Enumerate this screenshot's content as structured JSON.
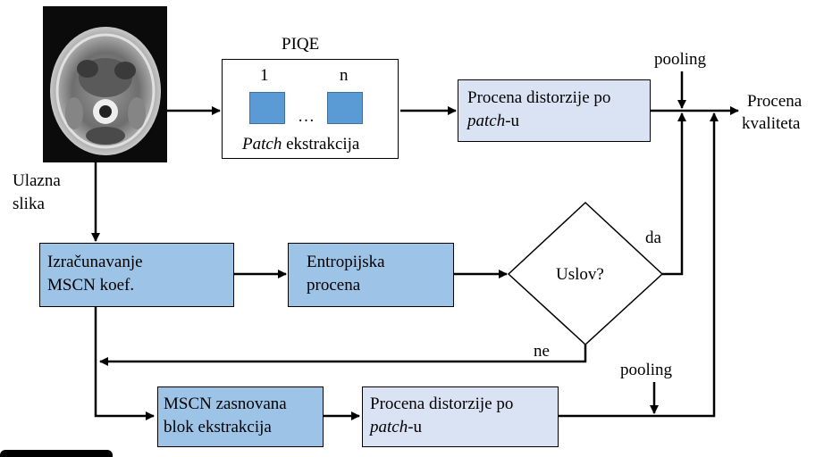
{
  "input": {
    "label_line1": "Ulazna",
    "label_line2": "slika"
  },
  "piqe": {
    "title": "PIQE",
    "patch_first": "1",
    "patch_last": "n",
    "dots": "…",
    "caption_italic": "Patch",
    "caption_rest": " ekstrakcija"
  },
  "dist_top": {
    "line1": "Procena distorzije po",
    "line2_italic": "patch",
    "line2_rest": "-u"
  },
  "pooling_top": "pooling",
  "output": {
    "line1": "Procena",
    "line2": "kvaliteta"
  },
  "mscn_calc": {
    "line1": "Izračunavanje",
    "line2": "MSCN koef."
  },
  "entropy": {
    "line1": "Entropijska",
    "line2": "procena"
  },
  "condition": "Uslov?",
  "yes_label": "da",
  "no_label": "ne",
  "pooling_bottom": "pooling",
  "mscn_block": {
    "line1": "MSCN zasnovana",
    "line2": "blok ekstrakcija"
  },
  "dist_bottom": {
    "line1": "Procena distorzije po",
    "line2_italic": "patch",
    "line2_rest": "-u"
  },
  "colors": {
    "dark_box": "#9dc3e6",
    "light_box": "#dae3f3",
    "patch": "#5b9bd5",
    "line": "#000000"
  }
}
